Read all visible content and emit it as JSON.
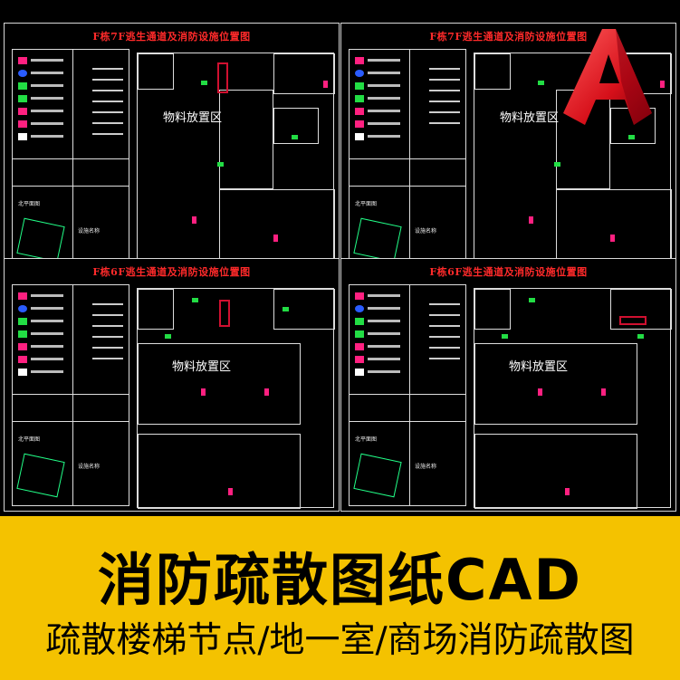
{
  "panels": [
    {
      "title": "F栋7F逃生通道及消防设施位置图",
      "zone_label": "物料放置区",
      "legend_bottom_label": "北平面图",
      "notes_label": "设施名称"
    },
    {
      "title": "F栋7F逃生通道及消防设施位置图",
      "zone_label": "物料放置区",
      "legend_bottom_label": "北平面图",
      "notes_label": "设施名称"
    },
    {
      "title": "F栋6F逃生通道及消防设施位置图",
      "zone_label": "物料放置区",
      "legend_bottom_label": "北平面图",
      "notes_label": "设施名称"
    },
    {
      "title": "F栋6F逃生通道及消防设施位置图",
      "zone_label": "物料放置区",
      "legend_bottom_label": "北平面图",
      "notes_label": "设施名称"
    }
  ],
  "banner": {
    "title": "消防疏散图纸CAD",
    "subtitle": "疏散楼梯节点/地一室/商场消防疏散图",
    "background_color": "#f4c200"
  },
  "logo": {
    "icon": "autocad-logo-icon",
    "color": "#e0141e"
  },
  "colors": {
    "exit_sign": "#22dd44",
    "extinguisher": "#ff2080",
    "title_red": "#ff2a2a"
  }
}
